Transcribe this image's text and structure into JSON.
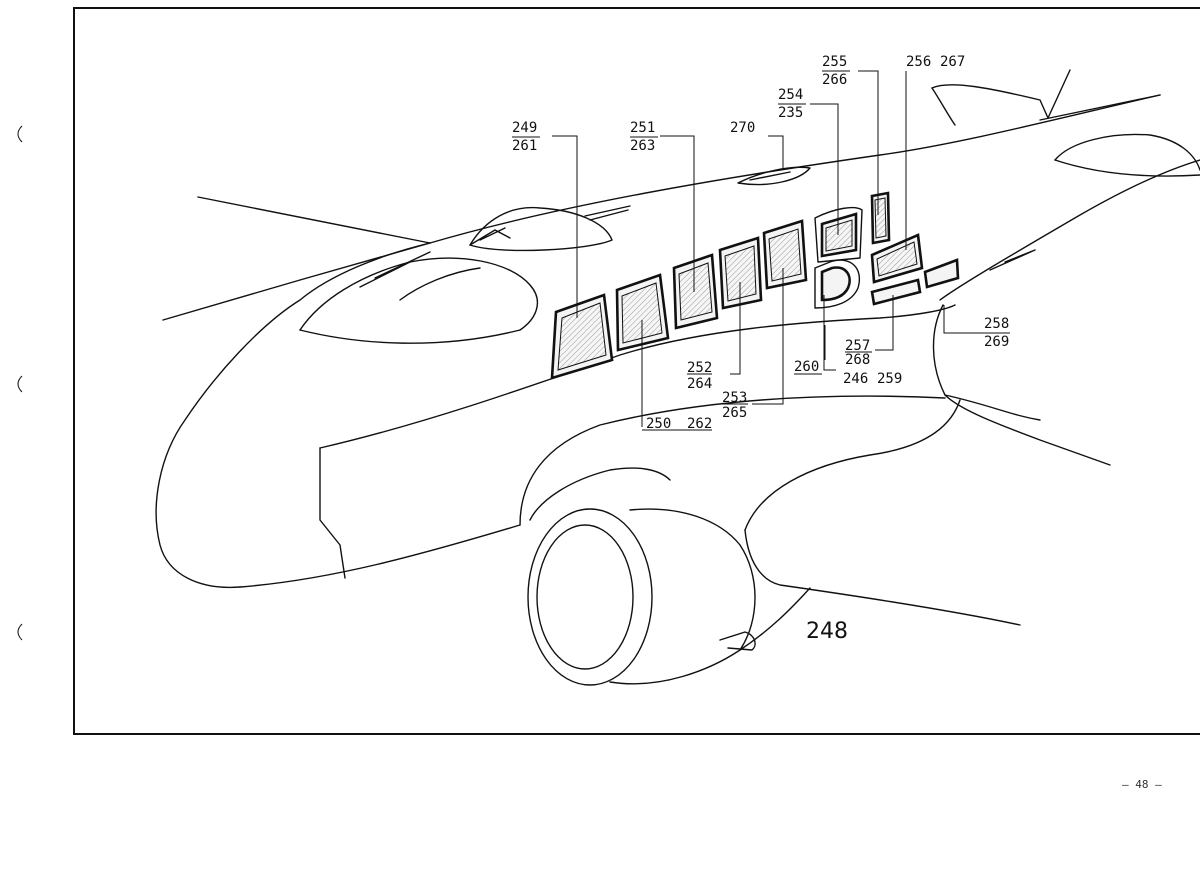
{
  "drawing": {
    "title_number": "248",
    "page_number": "— 48 —",
    "callouts": [
      {
        "id": "c-249-261",
        "top": "249",
        "bottom": "261"
      },
      {
        "id": "c-251-263",
        "top": "251",
        "bottom": "263"
      },
      {
        "id": "c-270",
        "top": "270",
        "bottom": ""
      },
      {
        "id": "c-254-235",
        "top": "254",
        "bottom": "235"
      },
      {
        "id": "c-255-266",
        "top": "255",
        "bottom": "266"
      },
      {
        "id": "c-256-267",
        "top": "256",
        "bottom": "267"
      },
      {
        "id": "c-258-269",
        "top": "258",
        "bottom": "269"
      },
      {
        "id": "c-257-268",
        "top": "257",
        "bottom": "268"
      },
      {
        "id": "c-260",
        "top": "260",
        "bottom": ""
      },
      {
        "id": "c-246-259",
        "top": "246",
        "bottom": "259"
      },
      {
        "id": "c-252-264",
        "top": "252",
        "bottom": "264"
      },
      {
        "id": "c-253-265",
        "top": "253",
        "bottom": "265"
      },
      {
        "id": "c-250-262",
        "top": "250",
        "bottom": "262"
      }
    ]
  }
}
